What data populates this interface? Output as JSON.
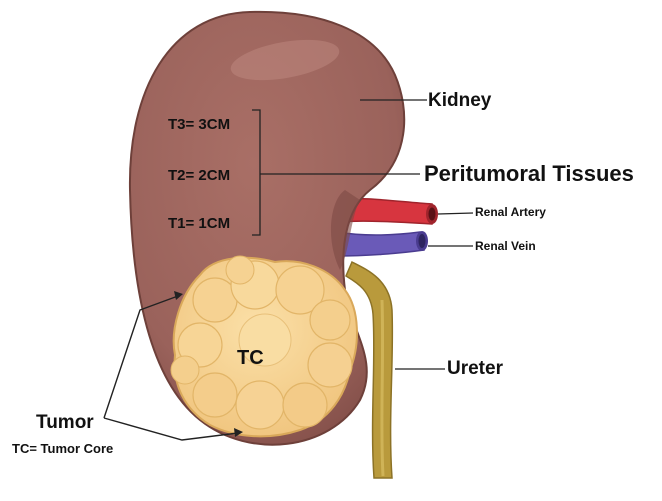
{
  "labels": {
    "kidney": "Kidney",
    "peritumoral": "Peritumoral Tissues",
    "renal_artery": "Renal Artery",
    "renal_vein": "Renal Vein",
    "ureter": "Ureter",
    "t3": "T3= 3CM",
    "t2": "T2= 2CM",
    "t1": "T1= 1CM",
    "tc": "TC",
    "tumor": "Tumor",
    "tc_core": "TC= Tumor Core"
  },
  "colors": {
    "kidney": "#9a625b",
    "kidney_shadow": "#7d4a44",
    "tumor": "#f1c77f",
    "tumor_edge": "#d9a85a",
    "artery": "#d7353f",
    "vein": "#6a5ab8",
    "ureter": "#b99a3c",
    "lines": "#222222"
  }
}
